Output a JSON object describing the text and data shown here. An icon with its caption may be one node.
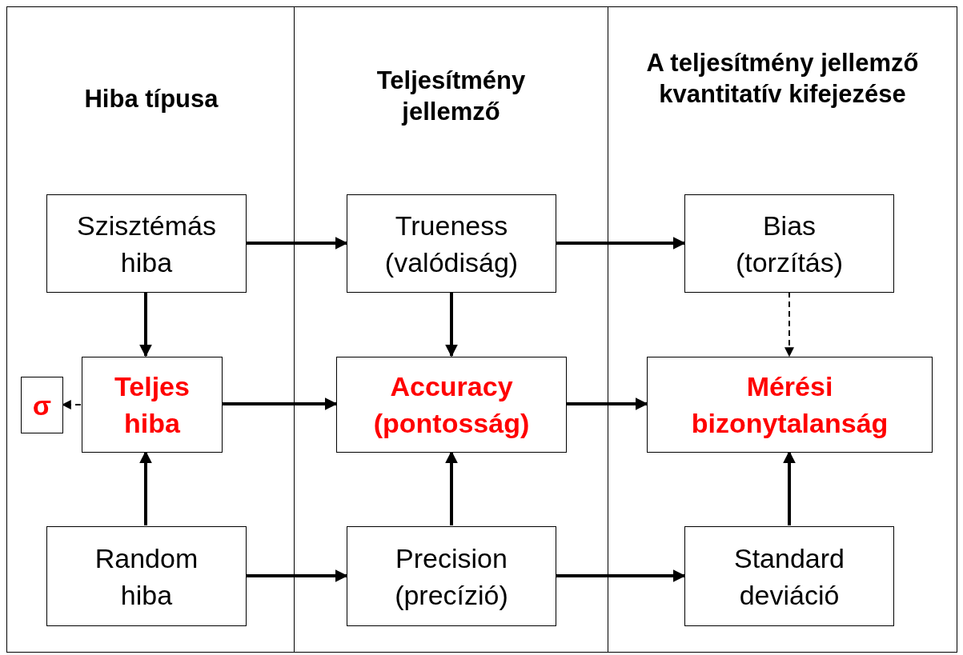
{
  "diagram": {
    "nodes": [
      {
        "text": [
          "Hiba típusa"
        ]
      },
      {
        "text": [
          "Szisztémás hiba"
        ],
        "in": 0
      },
      {
        "text": [
          "Teljes hiba"
        ],
        "in": 0
      },
      {
        "text": [
          "Random hiba"
        ],
        "in": 0
      },
      {
        "text": [
          "σ"
        ],
        "in": 0
      },
      {
        "text": [
          "Teljesítmény jellemző"
        ]
      },
      {
        "text": [
          "Trueness (valódiság)"
        ],
        "in": 5
      },
      {
        "text": [
          "Accuracy (pontosság)"
        ],
        "in": 5
      },
      {
        "text": [
          "Precision (precízió)"
        ],
        "in": 5
      },
      {
        "text": [
          "A teljesítmény jellemző kvantitatív kifejezése"
        ]
      },
      {
        "text": [
          "Bias (torzítás)"
        ],
        "in": 9
      },
      {
        "text": [
          "Mérési bizonytalanság"
        ],
        "in": 9
      },
      {
        "text": [
          "Standard deviáció"
        ],
        "in": 9
      }
    ],
    "edges": [
      {
        "from": 1,
        "to": 6,
        "arrow": "to"
      },
      {
        "from": 6,
        "to": 10,
        "arrow": "to"
      },
      {
        "from": 1,
        "to": 2,
        "arrow": "to"
      },
      {
        "from": 6,
        "to": 7,
        "arrow": "to"
      },
      {
        "from": 10,
        "to": 11,
        "arrow": "to",
        "style": "dashed"
      },
      {
        "from": 2,
        "to": 4,
        "arrow": "to",
        "style": "dashed"
      },
      {
        "from": 2,
        "to": 7,
        "arrow": "to"
      },
      {
        "from": 7,
        "to": 11,
        "arrow": "to"
      },
      {
        "from": 3,
        "to": 2,
        "arrow": "to"
      },
      {
        "from": 8,
        "to": 7,
        "arrow": "to"
      },
      {
        "from": 12,
        "to": 11,
        "arrow": "to"
      },
      {
        "from": 3,
        "to": 8,
        "arrow": "to"
      },
      {
        "from": 8,
        "to": 12,
        "arrow": "to"
      }
    ]
  }
}
